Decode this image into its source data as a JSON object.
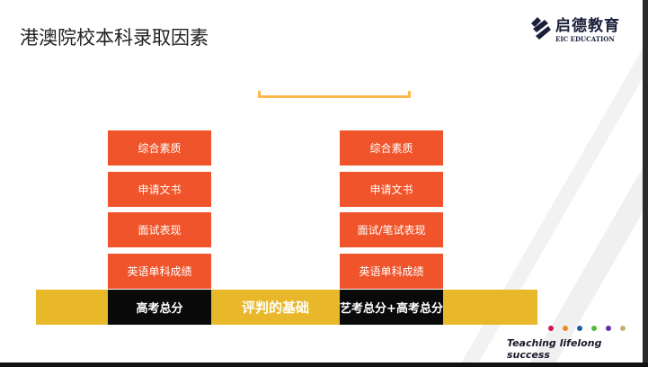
{
  "title": "港澳院校本科录取因素",
  "logo": {
    "cn": "启德教育",
    "en": "EIC EDUCATION"
  },
  "left": {
    "items": [
      "综合素质",
      "申请文书",
      "面试表现",
      "英语单科成绩"
    ],
    "base": "高考总分"
  },
  "right": {
    "items": [
      "综合素质",
      "申请文书",
      "面试/笔试表现",
      "英语单科成绩"
    ],
    "base": "艺考总分+高考总分"
  },
  "middle_label": "评判的基础",
  "slogan": "Teaching lifelong success",
  "colors": {
    "orange": "#f0542a",
    "yellow": "#e8b82a",
    "dots": [
      "#d0174a",
      "#f08a1e",
      "#1e5fa0",
      "#5cb83c",
      "#6a2fa0",
      "#c8b07a"
    ]
  }
}
